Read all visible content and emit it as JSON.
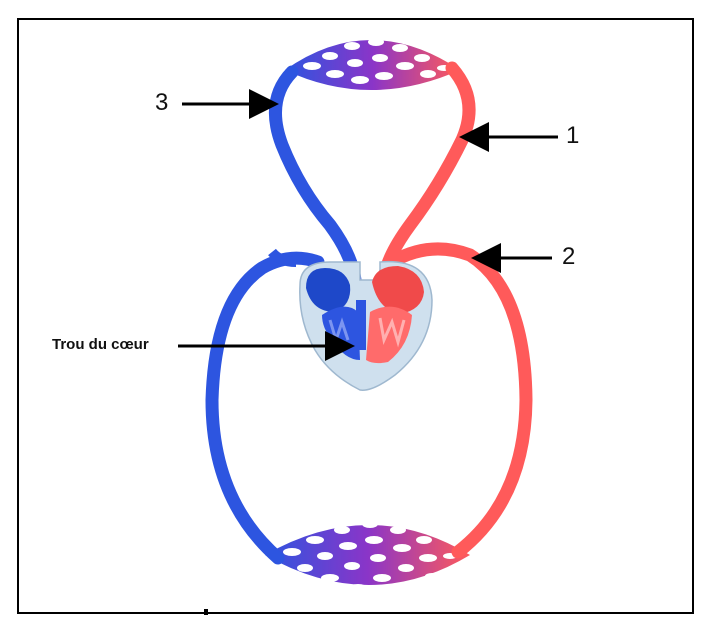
{
  "labels": {
    "one": "1",
    "two": "2",
    "three": "3",
    "trou": "Trou du cœur"
  },
  "colors": {
    "arterial_red": "#ff5a5a",
    "venous_blue": "#2d55e0",
    "capillary_purple": "#8a35c8",
    "heart_outline": "#cfe0ee",
    "arrow": "#000000"
  }
}
